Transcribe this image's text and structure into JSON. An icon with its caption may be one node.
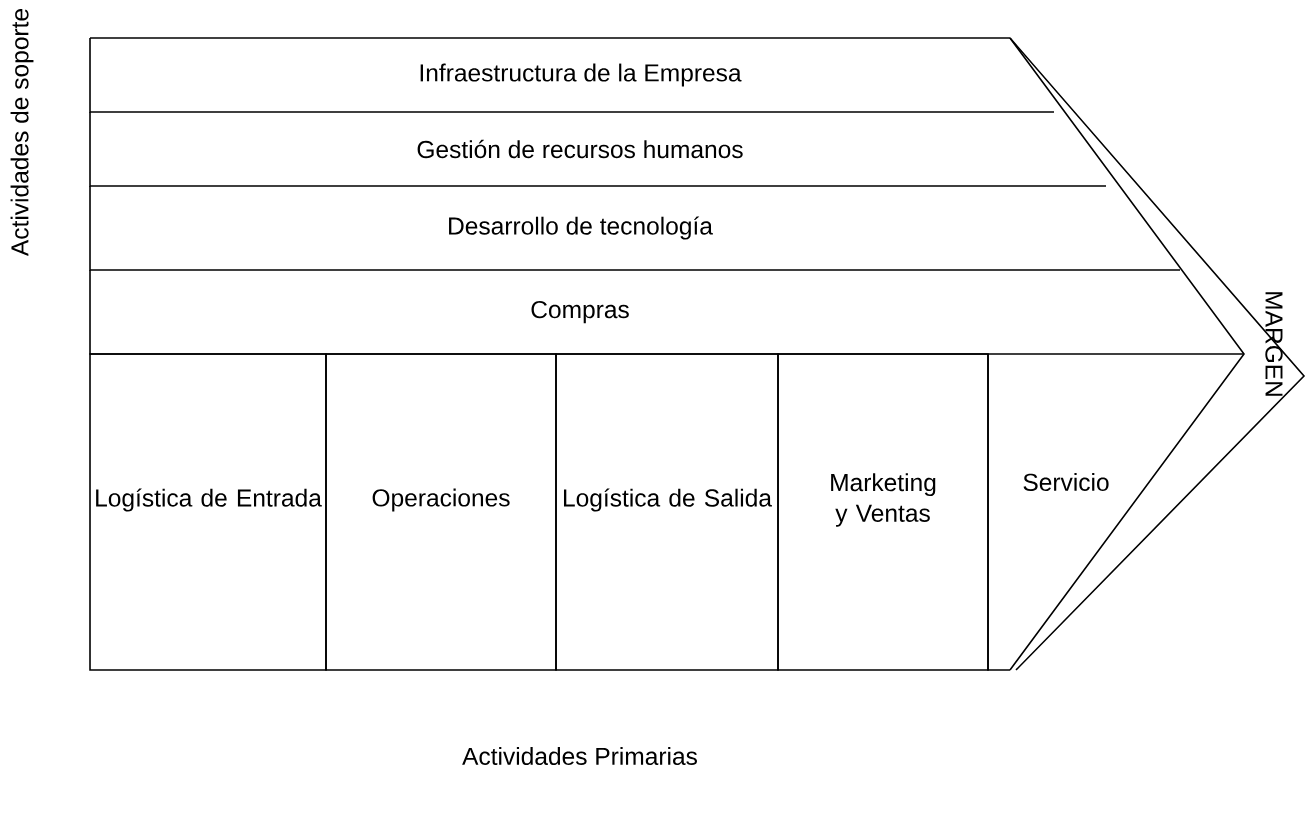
{
  "diagram": {
    "nodes": [
      {
        "text": [
          "Infraestructura de la Empresa"
        ]
      },
      {
        "text": [
          "Gestión de recursos humanos"
        ]
      },
      {
        "text": [
          "Desarrollo de tecnología"
        ]
      },
      {
        "text": [
          "Compras"
        ]
      },
      {
        "text": [
          "Logística de Entrada"
        ]
      },
      {
        "text": [
          "Operaciones"
        ]
      },
      {
        "text": [
          "Logística de Salida"
        ]
      },
      {
        "text": [
          "Marketing y Ventas"
        ]
      },
      {
        "text": [
          "Servicio"
        ]
      },
      {
        "text": [
          "MARGEN"
        ]
      }
    ],
    "labels": [
      "Actividades de soporte",
      "Actividades Primarias"
    ]
  }
}
